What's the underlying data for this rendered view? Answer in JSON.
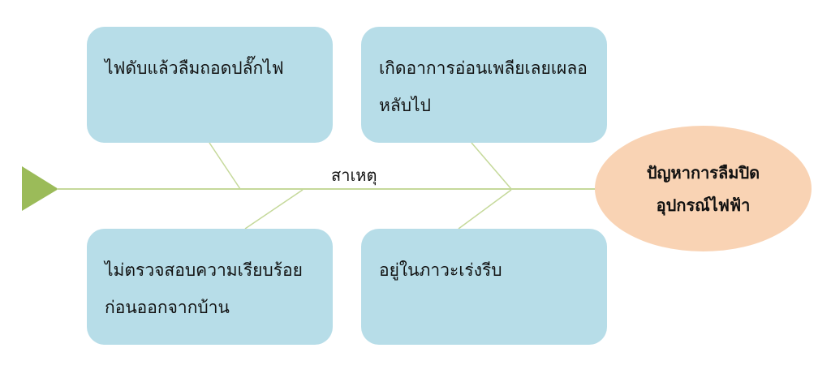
{
  "diagram": {
    "type": "fishbone",
    "spine_label": "สาเหตุ",
    "effect": {
      "line1": "ปัญหาการลืมปิด",
      "line2": "อุปกรณ์ไฟฟ้า"
    },
    "causes": [
      {
        "text": "ไฟดับแล้วลืมถอดปลั๊กไฟ"
      },
      {
        "text": "เกิดอาการอ่อนเพลียเลยเผลอหลับไป"
      },
      {
        "text": "ไม่ตรวจสอบความเรียบร้อยก่อนออกจากบ้าน"
      },
      {
        "text": "อยู่ในภาวะเร่งรีบ"
      }
    ],
    "colors": {
      "cause_box": "#b7dde8",
      "effect": "#f9d3b4",
      "spine": "#c5d99a",
      "tail": "#9bbb59"
    }
  }
}
